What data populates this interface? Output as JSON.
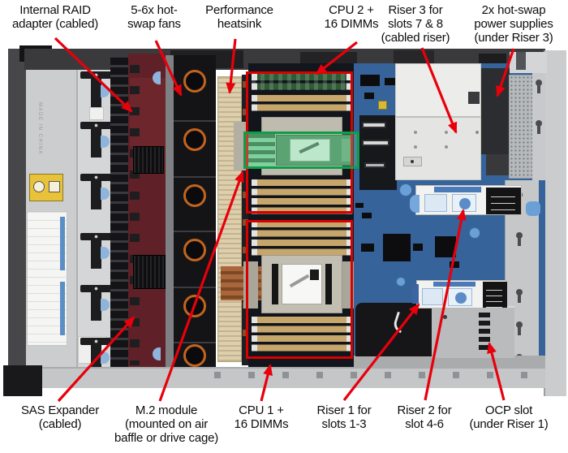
{
  "callouts": {
    "top": [
      {
        "text": "Internal RAID\nadapter (cabled)"
      },
      {
        "text": "5-6x hot-\nswap fans"
      },
      {
        "text": "Performance\nheatsink"
      },
      {
        "text": "CPU 2 +\n16 DIMMs"
      },
      {
        "text": "Riser 3 for\nslots 7 & 8\n(cabled riser)"
      },
      {
        "text": "2x hot-swap\npower supplies\n(under Riser 3)"
      }
    ],
    "bottom": [
      {
        "text": "SAS Expander\n(cabled)"
      },
      {
        "text": "M.2 module\n(mounted on air\nbaffle or drive cage)"
      },
      {
        "text": "CPU 1 +\n16 DIMMs"
      },
      {
        "text": "Riser 1 for\nslots 1-3"
      },
      {
        "text": "Riser 2 for\nslot 4-6"
      },
      {
        "text": "OCP slot\n(under Riser 1)"
      }
    ]
  },
  "chassis_text": {
    "made_in": "MADE IN CHINA"
  },
  "colors": {
    "callout_arrow": "#e8000b",
    "cpu_dimm_outline": "#da0000",
    "m2_highlight": "#0e9d48",
    "fan_ring": "#c2641f",
    "expander_board": "#5f2127",
    "system_board": "#35639a"
  }
}
